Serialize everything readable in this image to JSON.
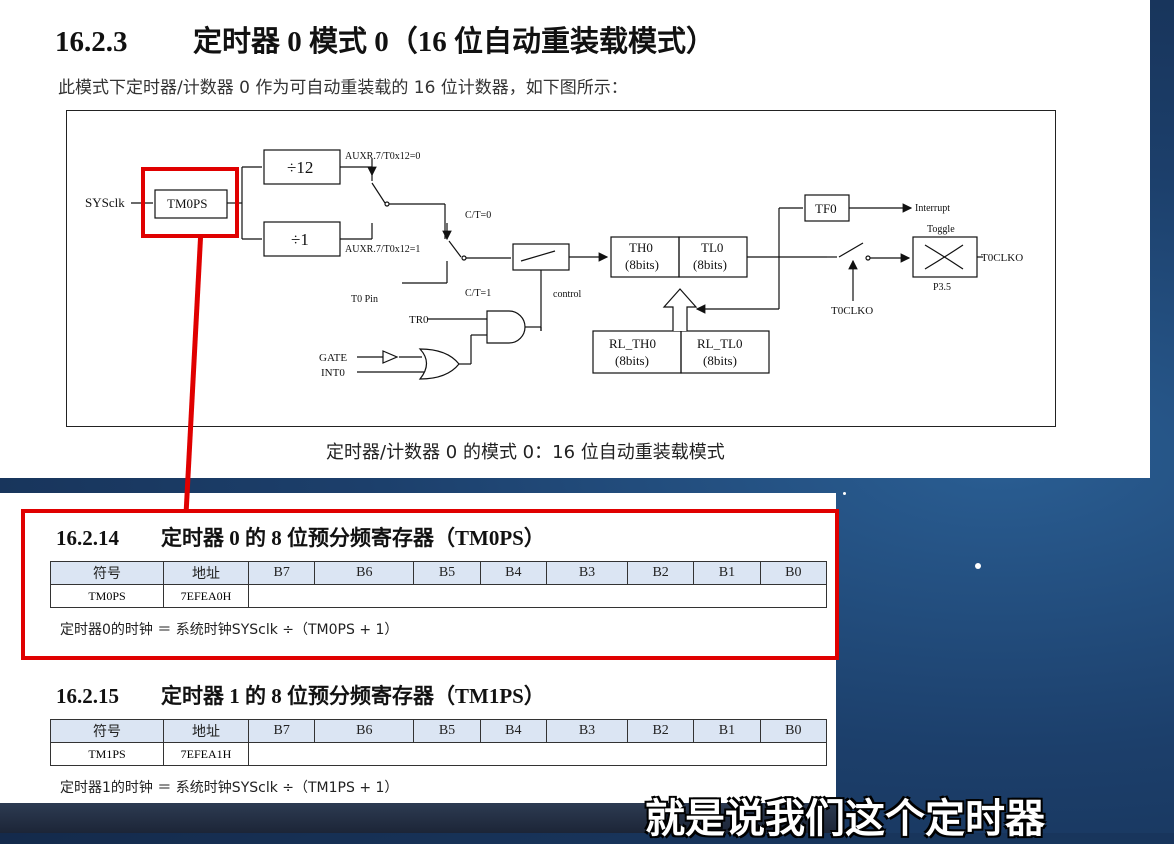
{
  "section": {
    "number": "16.2.3",
    "title": "定时器 0 模式 0（16 位自动重装载模式）"
  },
  "intro": "此模式下定时器/计数器 0 作为可自动重装载的 16 位计数器，如下图所示：",
  "diagram": {
    "sysclk": "SYSclk",
    "tm0ps": "TM0PS",
    "div12": "÷12",
    "div1": "÷1",
    "auxr_0": "AUXR.7/T0x12=0",
    "auxr_1": "AUXR.7/T0x12=1",
    "ct0": "C/T=0",
    "ct1": "C/T=1",
    "t0pin": "T0 Pin",
    "control": "control",
    "tr0": "TR0",
    "gate": "GATE",
    "int0": "INT0",
    "th0": "TH0",
    "tl0": "TL0",
    "bits": "(8bits)",
    "rl_th0": "RL_TH0",
    "rl_tl0": "RL_TL0",
    "tf0": "TF0",
    "interrupt": "Interrupt",
    "toggle": "Toggle",
    "t0clko_out": "T0CLKO",
    "p35": "P3.5",
    "t0clko_sw": "T0CLKO"
  },
  "caption": "定时器/计数器 0 的模式 0：16 位自动重装载模式",
  "reg0": {
    "number": "16.2.14",
    "title": "定时器 0 的 8 位预分频寄存器（TM0PS）",
    "headers": [
      "符号",
      "地址",
      "B7",
      "B6",
      "B5",
      "B4",
      "B3",
      "B2",
      "B1",
      "B0"
    ],
    "symbol": "TM0PS",
    "address": "7EFEA0H",
    "formula": "定时器0的时钟 ＝ 系统时钟SYSclk ÷（TM0PS + 1）"
  },
  "reg1": {
    "number": "16.2.15",
    "title": "定时器 1 的 8 位预分频寄存器（TM1PS）",
    "headers": [
      "符号",
      "地址",
      "B7",
      "B6",
      "B5",
      "B4",
      "B3",
      "B2",
      "B1",
      "B0"
    ],
    "symbol": "TM1PS",
    "address": "7EFEA1H",
    "formula": "定时器1的时钟 ＝ 系统时钟SYSclk ÷（TM1PS + 1）"
  },
  "subtitle": "就是说我们这个定时器",
  "colors": {
    "highlight": "#e00000",
    "table_header": "#dbe5f3"
  }
}
